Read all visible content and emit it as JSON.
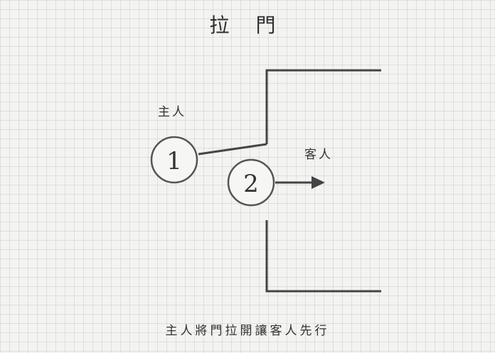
{
  "diagram": {
    "title": "拉 門",
    "host_label": "主人",
    "guest_label": "客人",
    "host_number": "1",
    "guest_number": "2",
    "caption": "主人將門拉開讓客人先行"
  }
}
